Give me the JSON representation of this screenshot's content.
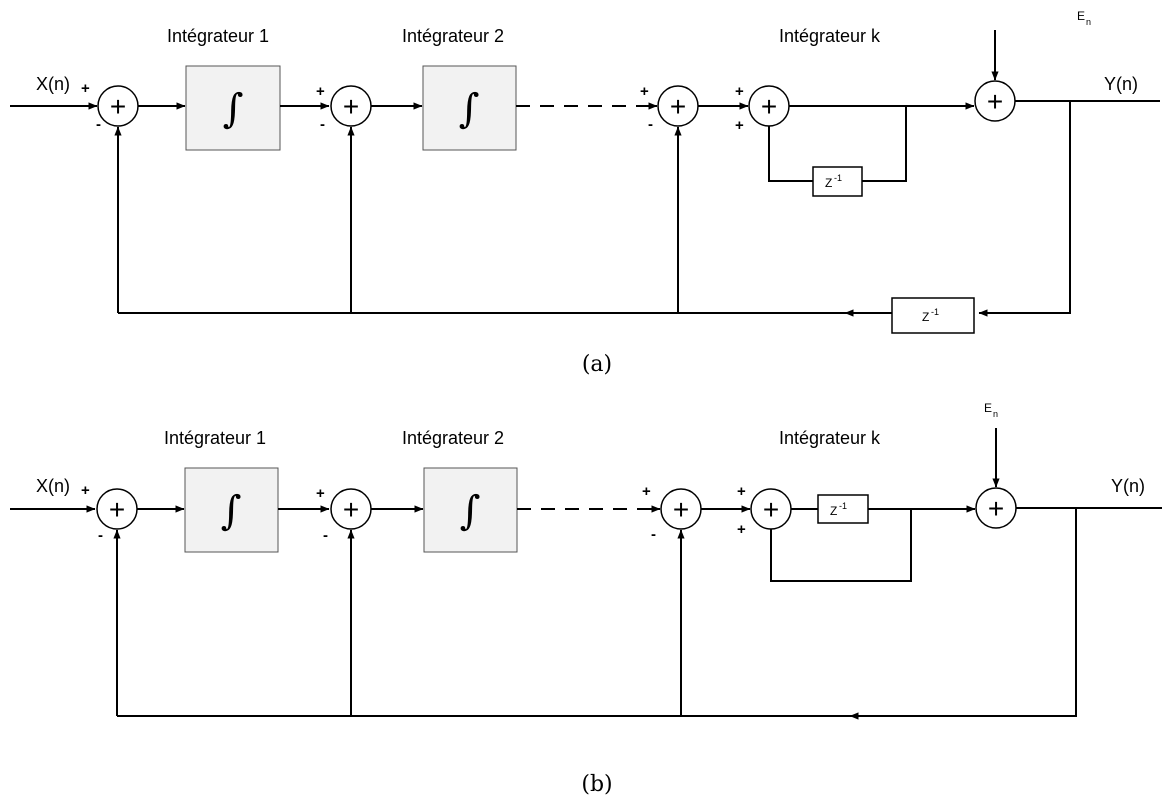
{
  "diagram_a": {
    "caption": "(a)",
    "input": "X(n)",
    "output": "Y(n)",
    "noise": "E",
    "noise_sub": "n",
    "integrator_1": "Intégrateur 1",
    "integrator_2": "Intégrateur 2",
    "integrator_k": "Intégrateur k",
    "integral_symbol": "∫",
    "delay": "Z",
    "delay_exp": "-1",
    "plus": "+",
    "minus": "-"
  },
  "diagram_b": {
    "caption": "(b)",
    "input": "X(n)",
    "output": "Y(n)",
    "noise": "E",
    "noise_sub": "n",
    "integrator_1": "Intégrateur 1",
    "integrator_2": "Intégrateur 2",
    "integrator_k": "Intégrateur k",
    "integral_symbol": "∫",
    "delay": "Z",
    "delay_exp": "-1",
    "plus": "+",
    "minus": "-"
  }
}
